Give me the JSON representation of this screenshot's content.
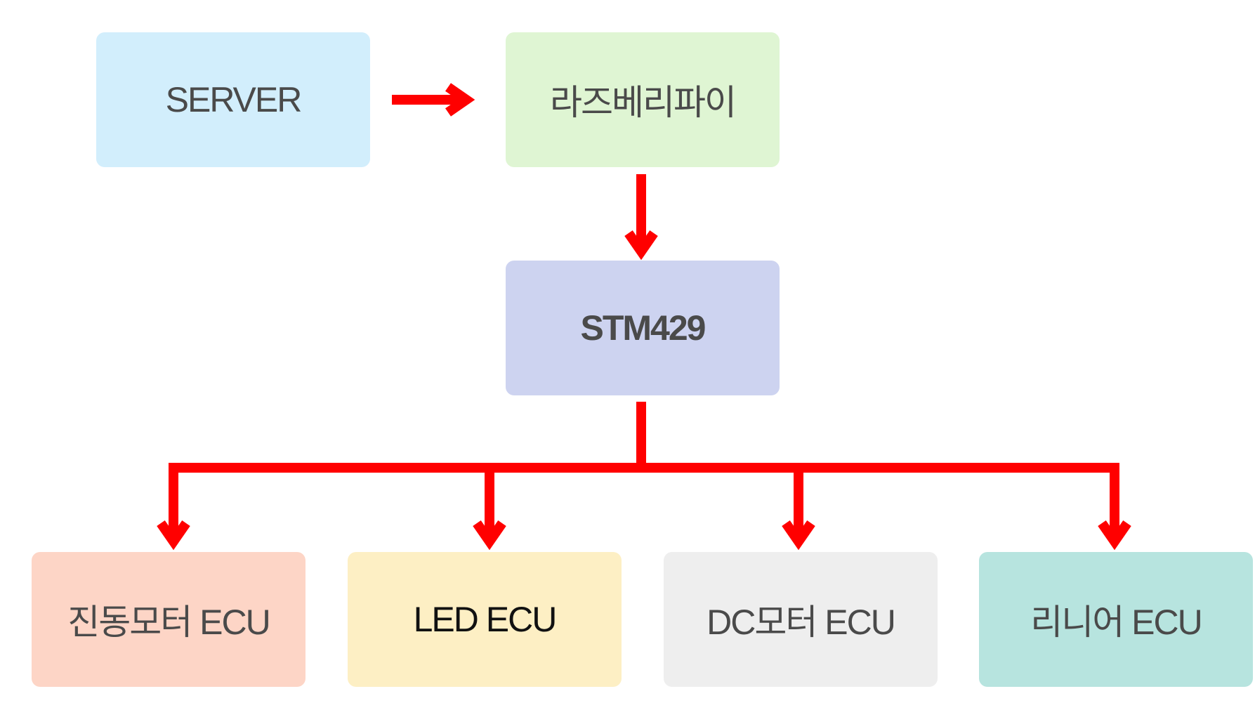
{
  "nodes": {
    "server": {
      "label": "SERVER",
      "color": "#d2eefc"
    },
    "raspberry": {
      "label": "라즈베리파이",
      "color": "#dff5d3"
    },
    "stm": {
      "label": "STM429",
      "color": "#cdd3f0"
    },
    "vibration": {
      "label": "진동모터 ECU",
      "color": "#fdd5c6"
    },
    "led": {
      "label": "LED ECU",
      "color": "#fdefc4"
    },
    "dc": {
      "label": "DC모터 ECU",
      "color": "#eeeeee"
    },
    "linear": {
      "label": "리니어 ECU",
      "color": "#b7e4df"
    }
  },
  "arrow_color": "#ff0000"
}
